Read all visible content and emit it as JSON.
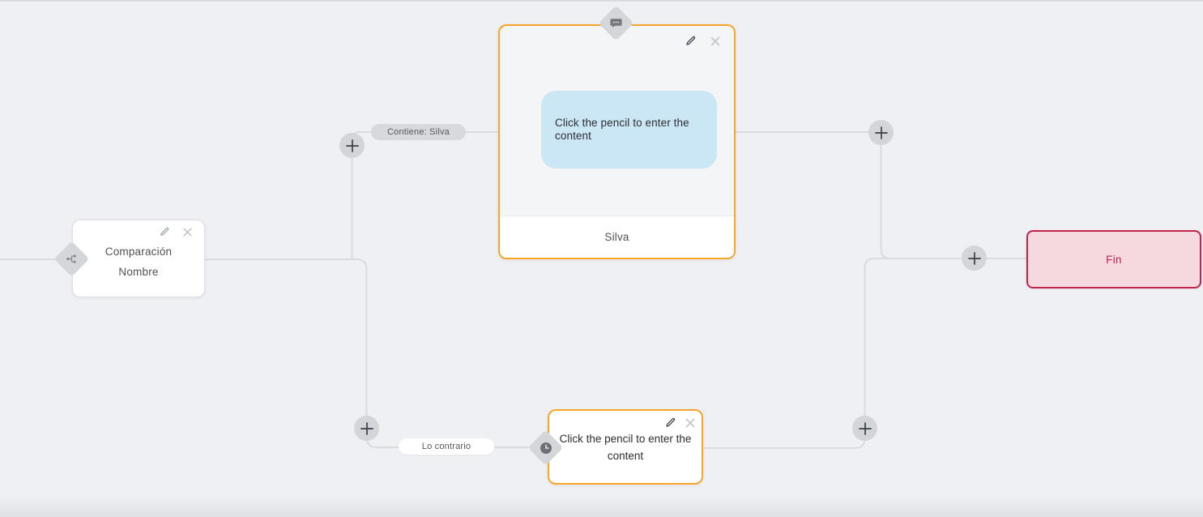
{
  "app": {
    "view": "chatbot-flow-canvas"
  },
  "colors": {
    "background": "#eff0f3",
    "wire": "#d9dbde",
    "accent_orange": "#f7a62a",
    "bubble_blue": "#cbe7f6",
    "badge_gray": "#d4d6da",
    "end_bg": "#f5d9de",
    "end_accent": "#c2234a"
  },
  "icons": {
    "condition_badge": "split-icon",
    "message_badge": "speech-bubble-icon",
    "goto_badge": "clock-icon",
    "edit": "pencil-icon",
    "delete": "close-icon",
    "add": "plus-icon"
  },
  "nodes": {
    "condition": {
      "title_line1": "Comparación",
      "title_line2": "Nombre"
    },
    "message": {
      "placeholder": "Click the pencil to enter the content",
      "footer": "Silva"
    },
    "goto": {
      "placeholder": "Click the pencil to enter the content"
    },
    "end": {
      "label": "Fin"
    }
  },
  "edges": {
    "true_label": "Contiene: Silva",
    "false_label": "Lo contrario"
  }
}
